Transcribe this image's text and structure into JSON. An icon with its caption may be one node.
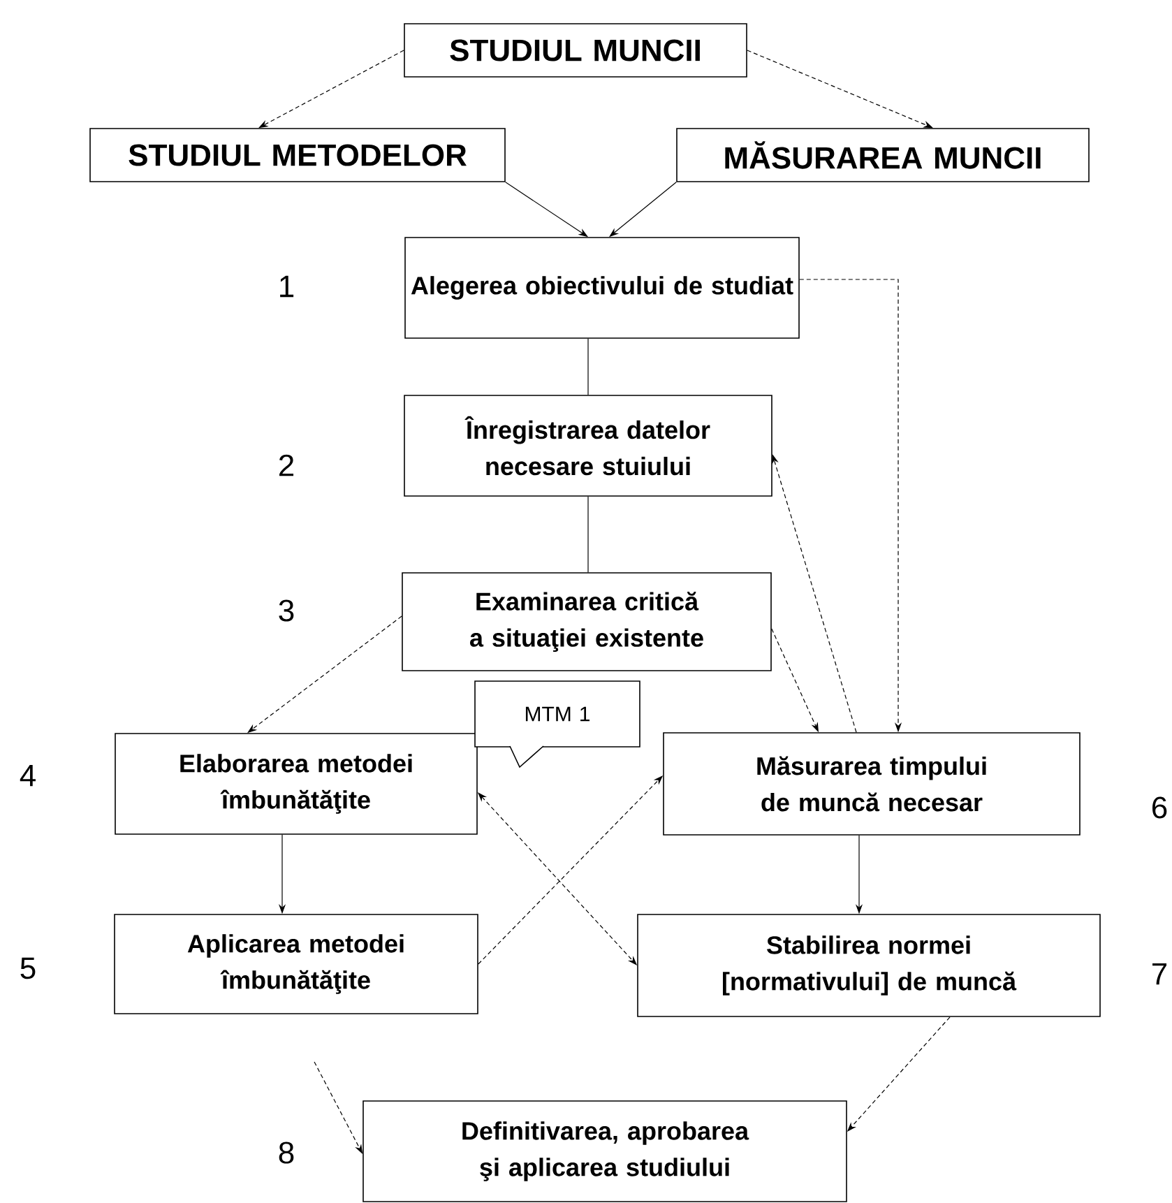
{
  "diagram": {
    "nodes": [
      {
        "text": [
          "STUDIUL MUNCII"
        ]
      },
      {
        "text": [
          "STUDIUL METODELOR"
        ]
      },
      {
        "text": [
          "MĂSURAREA MUNCII"
        ]
      },
      {
        "text": [
          "Alegerea obiectivului de studiat"
        ],
        "beside": [
          "1"
        ]
      },
      {
        "text": [
          "Înregistrarea datelor necesare stuiului"
        ],
        "beside": [
          "2"
        ]
      },
      {
        "text": [
          "Examinarea critică a situaţiei existente"
        ],
        "beside": [
          "3"
        ]
      },
      {
        "text": [
          "Elaborarea metodei îmbunătăţite"
        ],
        "beside": [
          "4"
        ]
      },
      {
        "text": [
          "Măsurarea timpului de muncă necesar"
        ],
        "beside": [
          "6"
        ]
      },
      {
        "text": [
          "Aplicarea metodei îmbunătăţite"
        ],
        "beside": [
          "5"
        ]
      },
      {
        "text": [
          "Stabilirea normei [normativului] de muncă"
        ],
        "beside": [
          "7"
        ]
      },
      {
        "text": [
          "Definitivarea, aprobarea şi aplicarea studiului"
        ],
        "beside": [
          "8"
        ]
      },
      {
        "text": [
          "MTM 1"
        ]
      }
    ],
    "edges": [
      {
        "from": 0,
        "to": 1,
        "arrow": "to",
        "style": "dashed"
      },
      {
        "from": 0,
        "to": 2,
        "arrow": "to",
        "style": "dashed"
      },
      {
        "from": 1,
        "to": 3,
        "arrow": "to"
      },
      {
        "from": 2,
        "to": 3,
        "arrow": "to"
      },
      {
        "from": 3,
        "to": 7,
        "arrow": "to",
        "style": "dashed"
      },
      {
        "from": 3,
        "to": 4,
        "arrow": "none"
      },
      {
        "from": 4,
        "to": 5,
        "arrow": "none"
      },
      {
        "from": 5,
        "to": 6,
        "arrow": "to",
        "style": "dashed"
      },
      {
        "from": 5,
        "to": 7,
        "arrow": "to",
        "style": "dashed"
      },
      {
        "from": 7,
        "to": 4,
        "arrow": "to",
        "style": "dashed"
      },
      {
        "from": 6,
        "to": 8,
        "arrow": "to"
      },
      {
        "from": 8,
        "to": 7,
        "arrow": "to",
        "style": "dashed"
      },
      {
        "from": 6,
        "to": 9,
        "arrow": "both",
        "style": "dashed"
      },
      {
        "from": 7,
        "to": 9,
        "arrow": "to"
      },
      {
        "from": 9,
        "to": 10,
        "arrow": "to",
        "style": "dashed"
      },
      {
        "from": null,
        "to": 10,
        "arrow": "to",
        "style": "dashed"
      }
    ]
  }
}
